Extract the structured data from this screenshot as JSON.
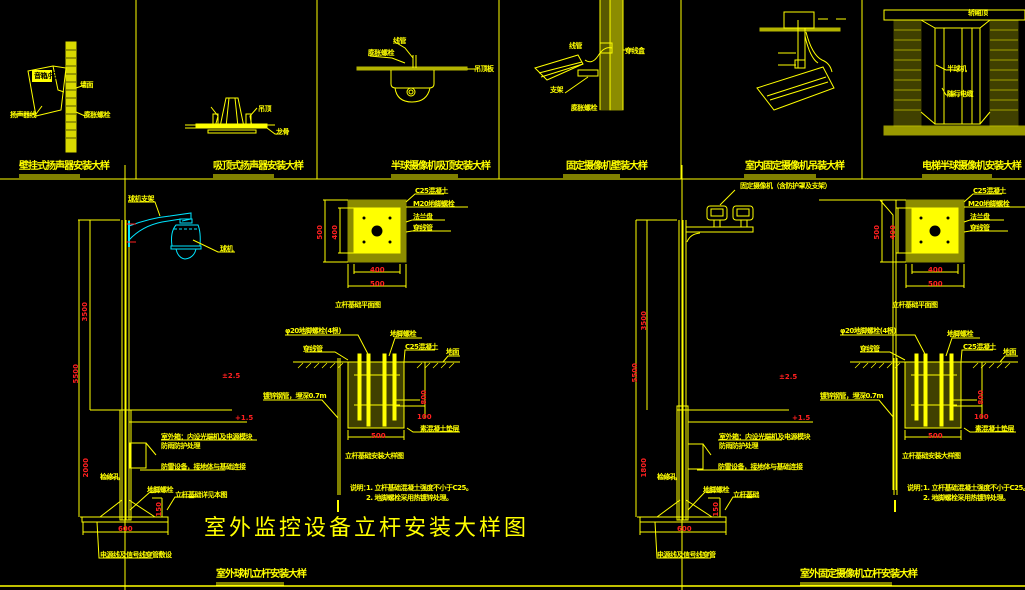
{
  "colors": {
    "background": "#000000",
    "line": "#ffff00",
    "dimension": "#ff2020",
    "camera": "#00e5ff"
  },
  "top_panels": [
    {
      "id": "wall-speaker",
      "title": "壁挂式扬声器安装大样",
      "labels": [
        "音箱/托架",
        "墙面",
        "膨胀螺栓",
        "扬声器线"
      ]
    },
    {
      "id": "ceiling-speaker",
      "title": "吸顶式扬声器安装大样",
      "labels": [
        "吊顶",
        "龙骨"
      ]
    },
    {
      "id": "dome-ceiling",
      "title": "半球摄像机吸顶安装大样",
      "labels": [
        "线管",
        "膨胀螺栓",
        "吊顶板"
      ]
    },
    {
      "id": "fixed-wall",
      "title": "固定摄像机壁装大样",
      "labels": [
        "线管",
        "穿线盒",
        "支架",
        "膨胀螺栓"
      ]
    },
    {
      "id": "indoor-fixed",
      "title": "室内固定摄像机吊装大样",
      "labels": []
    },
    {
      "id": "elevator",
      "title": "电梯半球摄像机安装大样",
      "labels": [
        "轿厢顶",
        "半球机",
        "随行电缆"
      ]
    }
  ],
  "left_pole": {
    "caption": "室外球机立杆安装大样",
    "labels": {
      "bracket": "球机支架",
      "camera": "球机",
      "junction_box": "室外箱：内设光端机及电源模块",
      "junction_box_2": "防雨防护处理",
      "grounding": "防雷设备，接地体与基础连接",
      "handhole": "检修孔",
      "anchor": "地脚螺栓",
      "base": "立杆基础详见本图",
      "conduit": "电源线及信号线穿管敷设"
    },
    "dims": {
      "total": "5500",
      "upper": "3500",
      "lower": "2000",
      "level_top": "±2.5",
      "level_mid": "+1.5",
      "base_width": "600",
      "plate": "150"
    }
  },
  "left_foundation": {
    "plan_caption": "立杆基础平面图",
    "section_caption": "立杆基础安装大样图",
    "plan_labels": [
      "C25混凝土",
      "M20地脚螺栓",
      "法兰盘",
      "穿线管"
    ],
    "plan_dims": {
      "outer_w": "500",
      "inner_w": "400",
      "outer_h": "500",
      "inner_h": "400"
    },
    "section_labels": [
      "φ20地脚螺栓(4根)",
      "地脚螺栓",
      "C25混凝土",
      "地面",
      "穿线管",
      "镀锌钢管，埋深0.7m",
      "素混凝土垫层"
    ],
    "section_dims": {
      "width": "500",
      "depth": "800",
      "cover": "100"
    },
    "notes_label": "说明：",
    "notes": [
      "1. 立杆基础混凝土强度不小于C25。",
      "2. 地脚螺栓采用热镀锌处理。"
    ]
  },
  "main_title": "室外监控设备立杆安装大样图",
  "right_pole": {
    "caption": "室外固定摄像机立杆安装大样",
    "top_label": "固定摄像机（含防护罩及支架）",
    "labels": {
      "junction_box": "室外箱：内设光端机及电源模块",
      "junction_box_2": "防雨防护处理",
      "grounding": "防雷设备，接地体与基础连接",
      "handhole": "检修孔",
      "anchor": "地脚螺栓",
      "base": "立杆基础",
      "conduit": "电源线及信号线穿管"
    },
    "dims": {
      "total": "5500",
      "upper": "3500",
      "lower": "1800",
      "level_top": "±2.5",
      "level_mid": "+1.5",
      "base_width": "600",
      "plate": "150"
    }
  },
  "right_foundation": {
    "plan_caption": "立杆基础平面图",
    "section_caption": "立杆基础安装大样图",
    "plan_labels": [
      "C25混凝土",
      "M20地脚螺栓",
      "法兰盘",
      "穿线管"
    ],
    "plan_dims": {
      "outer_w": "500",
      "inner_w": "400",
      "outer_h": "500",
      "inner_h": "400"
    },
    "section_labels": [
      "φ20地脚螺栓(4根)",
      "地脚螺栓",
      "C25混凝土",
      "地面",
      "穿线管",
      "镀锌钢管，埋深0.7m",
      "素混凝土垫层"
    ],
    "section_dims": {
      "width": "500",
      "depth": "800",
      "cover": "100"
    },
    "notes_label": "说明：",
    "notes": [
      "1. 立杆基础混凝土强度不小于C25。",
      "2. 地脚螺栓采用热镀锌处理。"
    ]
  }
}
